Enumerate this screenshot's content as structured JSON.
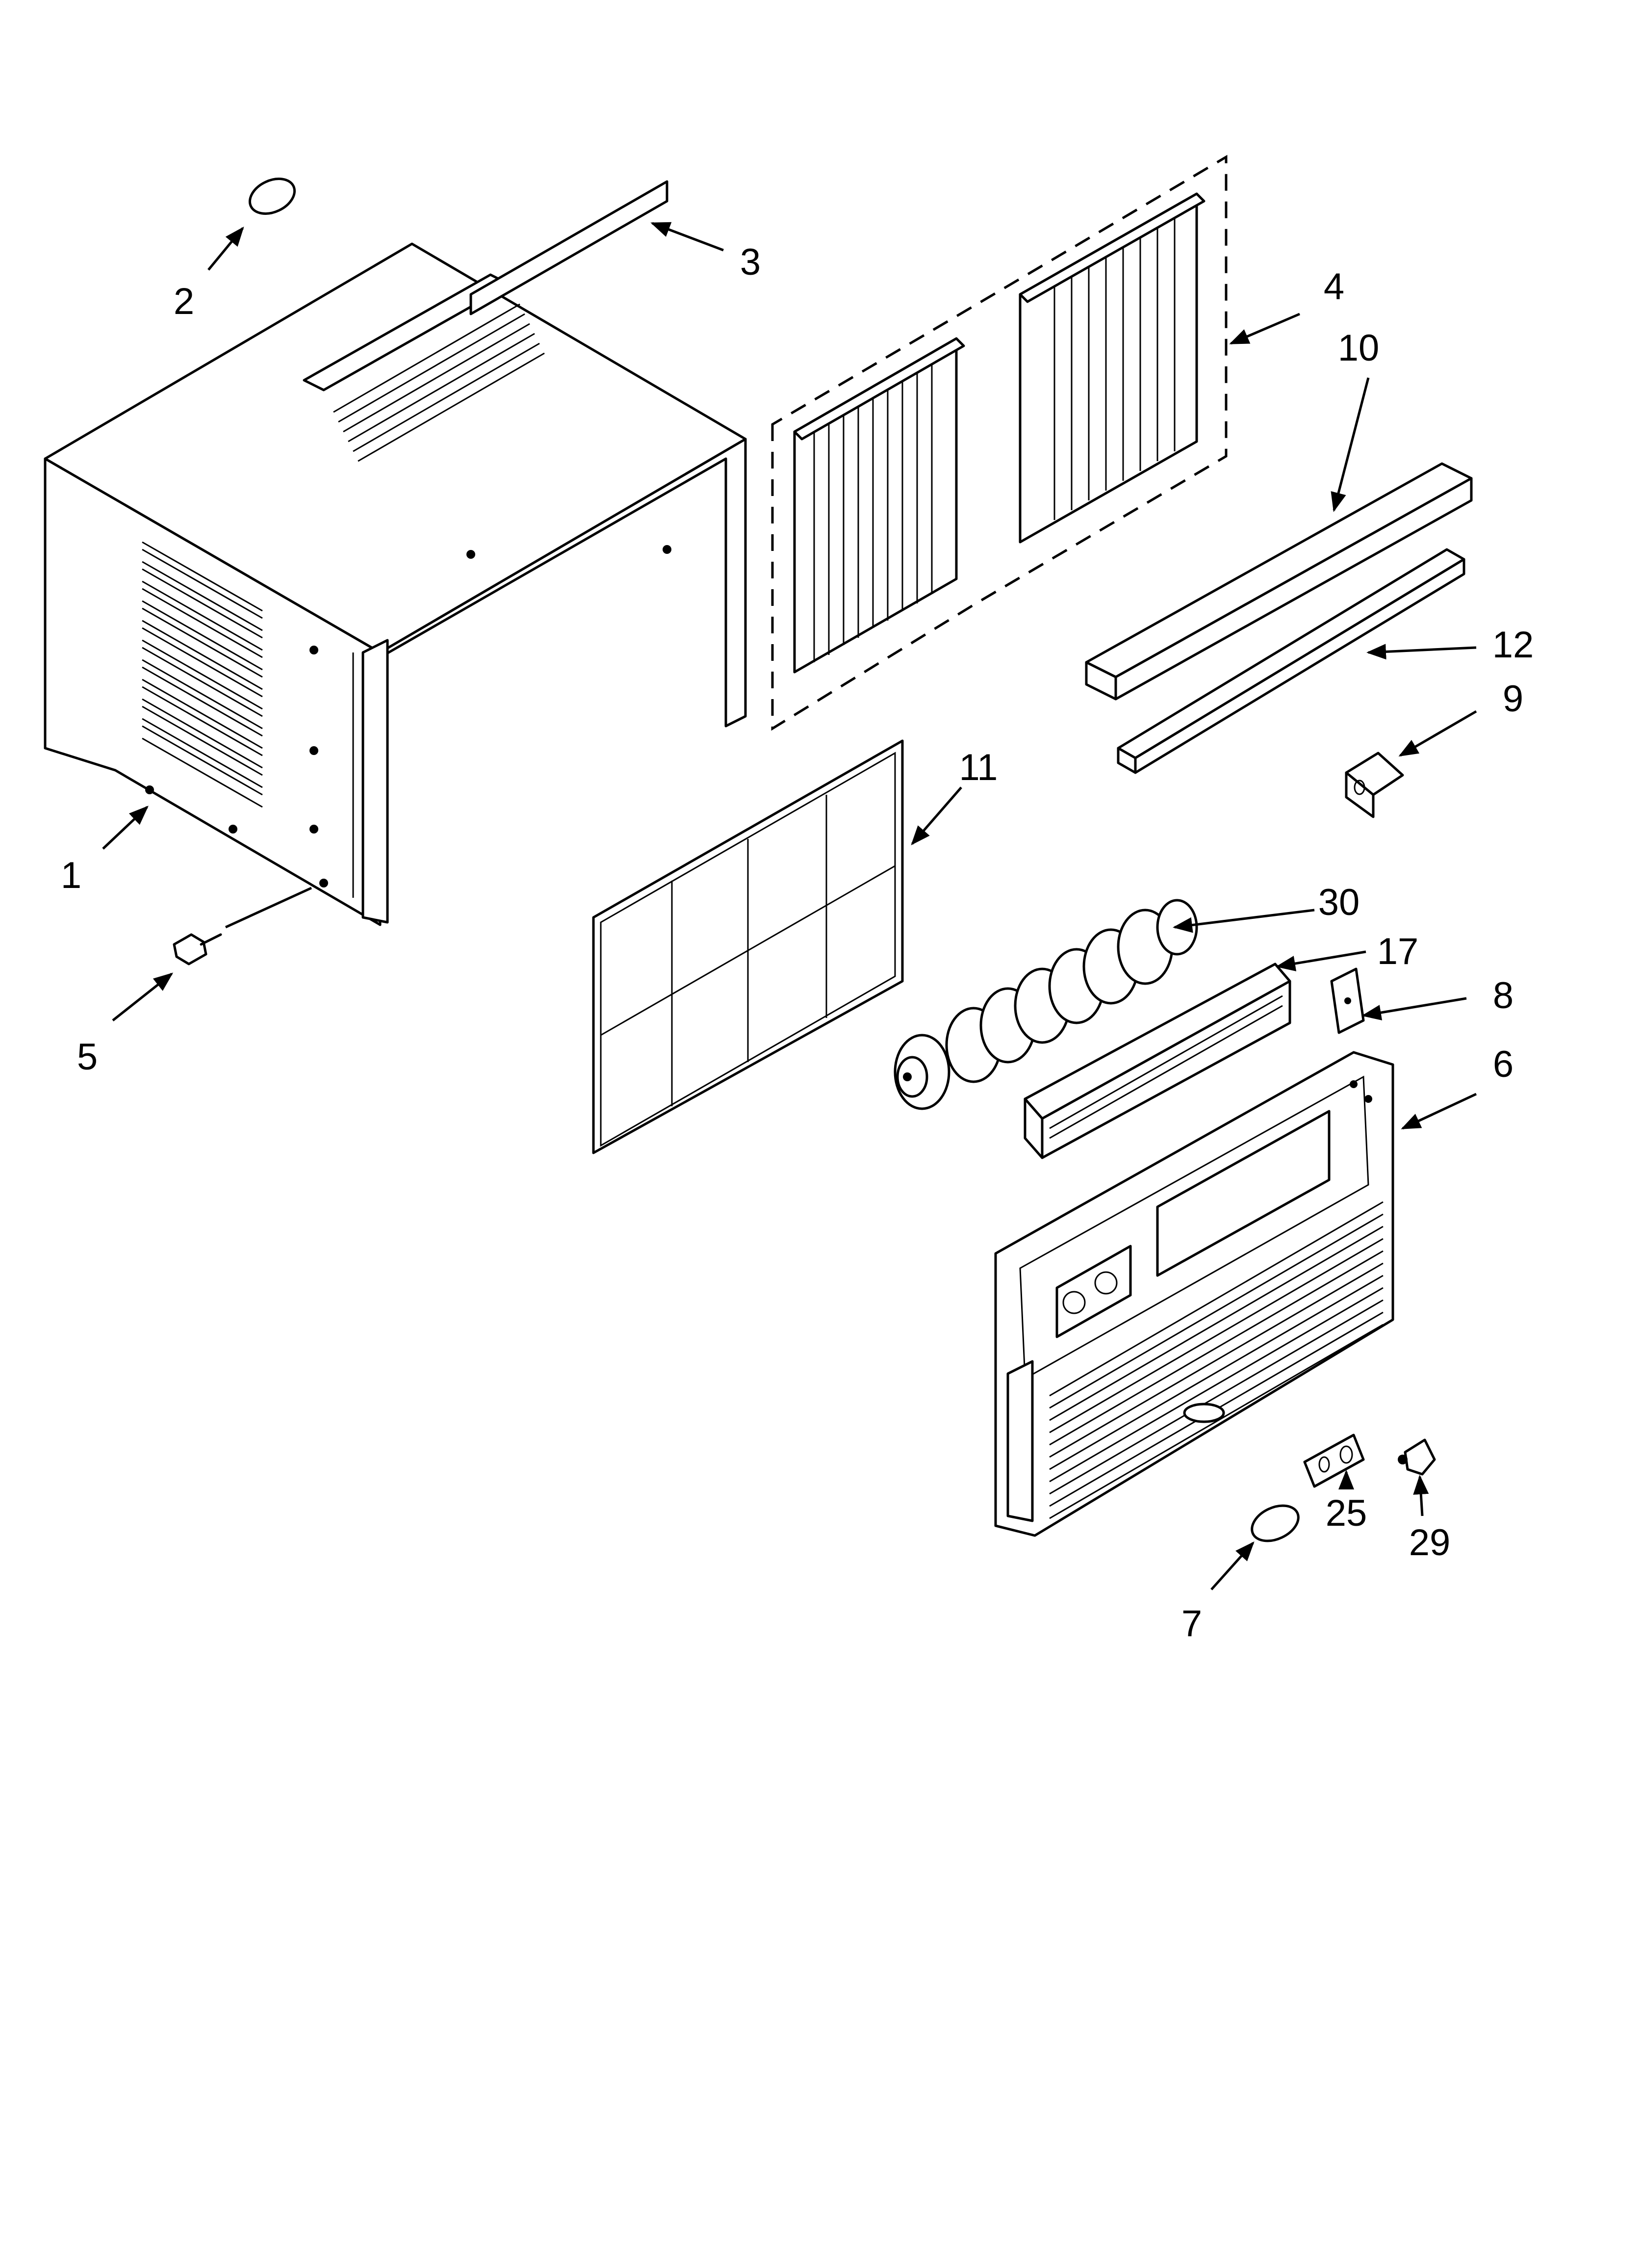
{
  "callouts": [
    {
      "id": "1",
      "label": "1"
    },
    {
      "id": "2",
      "label": "2"
    },
    {
      "id": "3",
      "label": "3"
    },
    {
      "id": "4",
      "label": "4"
    },
    {
      "id": "5",
      "label": "5"
    },
    {
      "id": "6",
      "label": "6"
    },
    {
      "id": "7",
      "label": "7"
    },
    {
      "id": "8",
      "label": "8"
    },
    {
      "id": "9",
      "label": "9"
    },
    {
      "id": "10",
      "label": "10"
    },
    {
      "id": "11",
      "label": "11"
    },
    {
      "id": "12",
      "label": "12"
    },
    {
      "id": "17",
      "label": "17"
    },
    {
      "id": "25",
      "label": "25"
    },
    {
      "id": "29",
      "label": "29"
    },
    {
      "id": "30",
      "label": "30"
    }
  ]
}
